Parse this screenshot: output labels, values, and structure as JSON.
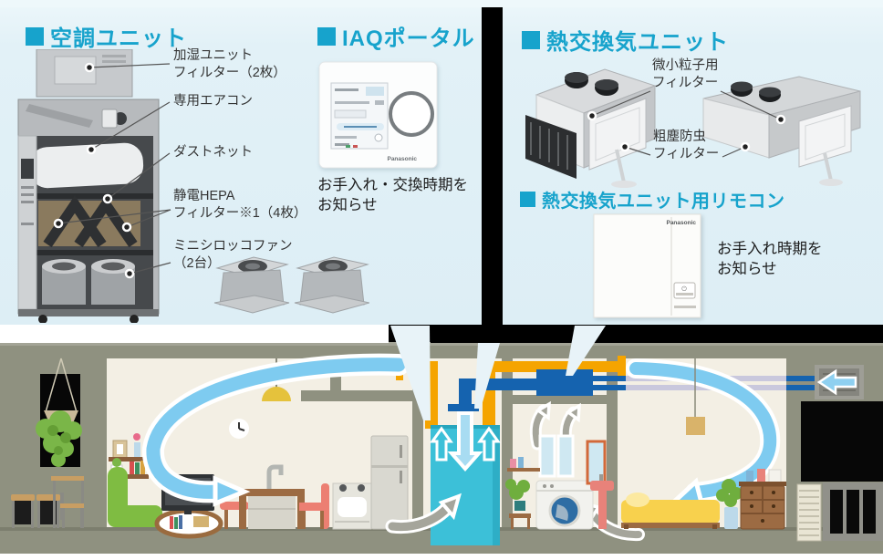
{
  "colors": {
    "accent_teal": "#17a3cc",
    "panel_blue": "#e2f1f7",
    "divider_black": "#000000",
    "duct_orange": "#f5a400",
    "duct_blue": "#1563af",
    "unit_cyan": "#3cc0d8",
    "airflow_blue": "#7ecbf0",
    "airflow_gray": "#a5a59b",
    "house_frame": "#8f9180",
    "room_cream": "#f3efe4",
    "wedge": "#e8f3f8"
  },
  "sections": {
    "aircon": {
      "title": "空調ユニット",
      "labels": [
        [
          "加湿ユニット",
          "フィルター（2枚）"
        ],
        [
          "専用エアコン"
        ],
        [
          "ダストネット"
        ],
        [
          "静電HEPA",
          "フィルター※1（4枚）"
        ],
        [
          "ミニシロッコファン",
          "（2台）"
        ]
      ]
    },
    "iaq": {
      "title": "IAQポータル",
      "caption": [
        "お手入れ・交換時期を",
        "お知らせ"
      ],
      "brand": "Panasonic"
    },
    "erv": {
      "title": "熱交換気ユニット",
      "labels": [
        [
          "微小粒子用",
          "フィルター"
        ],
        [
          "粗塵防虫",
          "フィルター"
        ]
      ]
    },
    "remote": {
      "title": "熱交換気ユニット用リモコン",
      "caption": [
        "お手入れ時期を",
        "お知らせ"
      ],
      "brand": "Panasonic"
    }
  }
}
